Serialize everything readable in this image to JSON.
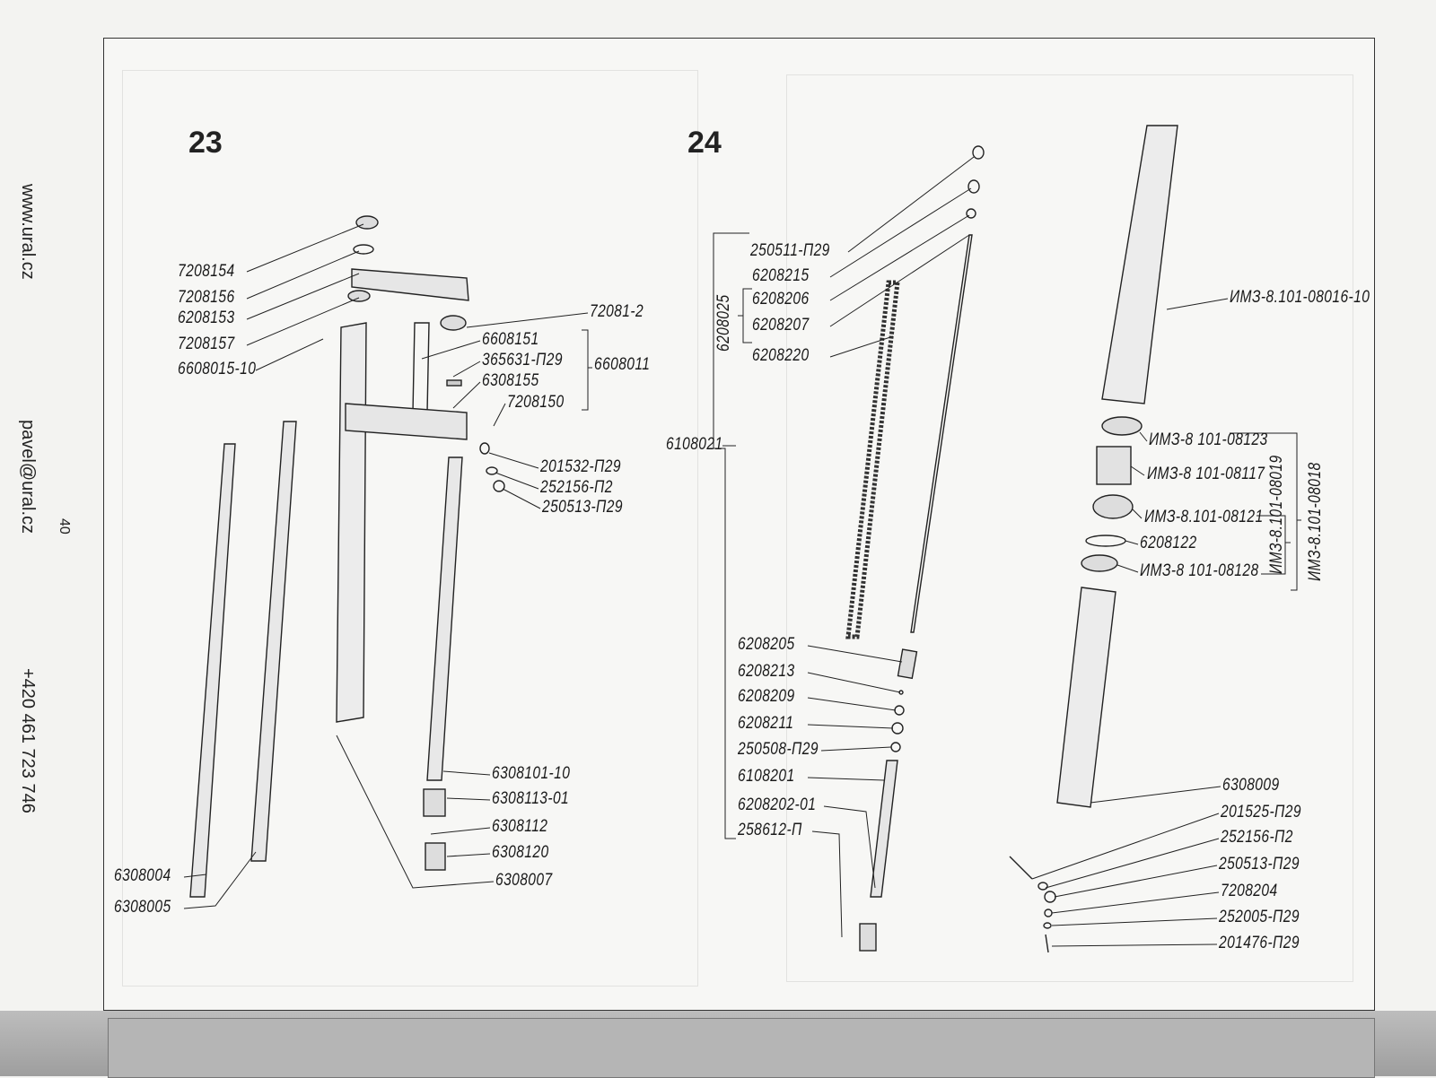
{
  "sidebar": {
    "website": "www.ural.cz",
    "email": "pavel@ural.cz",
    "phone": "+420 461 723 746",
    "page_number": "40"
  },
  "figure23": {
    "number": "23",
    "labels": [
      "7208154",
      "7208156",
      "6208153",
      "7208157",
      "6608015-10",
      "72081-2",
      "6608151",
      "365631-П29",
      "6308155",
      "7208150",
      "6608011",
      "201532-П29",
      "252156-П2",
      "250513-П29",
      "6308101-10",
      "6308113-01",
      "6308112",
      "6308120",
      "6308007",
      "6308004",
      "6308005"
    ]
  },
  "figure24": {
    "number": "24",
    "labels": [
      "250511-П29",
      "6208215",
      "6208206",
      "6208207",
      "6208220",
      "6208025",
      "6108021",
      "6208205",
      "6208213",
      "6208209",
      "6208211",
      "250508-П29",
      "6108201",
      "6208202-01",
      "258612-П",
      "ИМЗ-8.101-08016-10",
      "ИМЗ-8 101-08123",
      "ИМЗ-8 101-08117",
      "ИМЗ-8.101-08121",
      "6208122",
      "ИМЗ-8 101-08128",
      "ИМЗ-8.101-08019",
      "ИМЗ-8.101-08018",
      "6308009",
      "201525-П29",
      "252156-П2",
      "250513-П29",
      "7208204",
      "252005-П29",
      "201476-П29"
    ]
  }
}
